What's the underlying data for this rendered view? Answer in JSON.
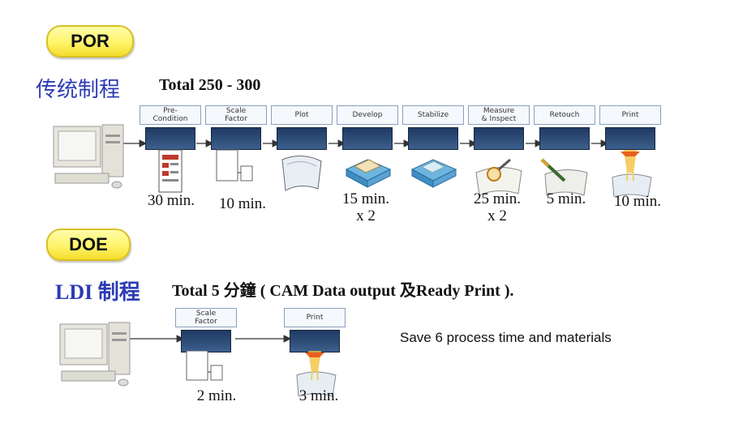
{
  "por": {
    "badge": "POR",
    "title": "传统制程",
    "total": "Total  250 - 300",
    "steps": [
      {
        "label": "Pre-\nCondition",
        "icon": "precondition-icon"
      },
      {
        "label": "Scale\nFactor",
        "icon": "scale-factor-icon"
      },
      {
        "label": "Plot",
        "icon": "plot-film-icon"
      },
      {
        "label": "Develop",
        "icon": "develop-tray-icon"
      },
      {
        "label": "Stabilize",
        "icon": "stabilize-tray-icon"
      },
      {
        "label": "Measure\n& Inspect",
        "icon": "magnifier-icon"
      },
      {
        "label": "Retouch",
        "icon": "pen-icon"
      },
      {
        "label": "Print",
        "icon": "print-light-icon"
      }
    ],
    "times": [
      "30 min.",
      "10 min.",
      "15 min.\nx 2",
      "25 min.\nx 2",
      "5 min.",
      "10 min."
    ]
  },
  "doe": {
    "badge": "DOE",
    "title": "LDI 制程",
    "total": "Total  5 分鐘 ( CAM Data output 及Ready Print ).",
    "steps": [
      {
        "label": "Scale\nFactor",
        "icon": "scale-factor-icon"
      },
      {
        "label": "Print",
        "icon": "print-light-icon"
      }
    ],
    "times": [
      "2 min.",
      "3 min."
    ],
    "note": "Save 6 process time and materials"
  },
  "colors": {
    "badge_fill": "#fff46a",
    "heading_blue": "#2d3bb4",
    "step_bar": "#1e3a63"
  }
}
